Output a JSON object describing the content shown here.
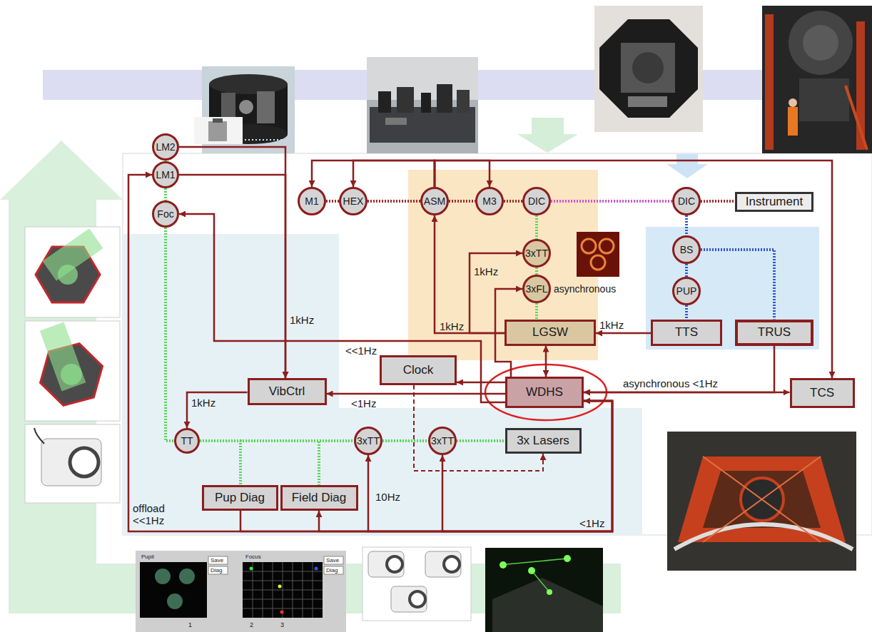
{
  "diagram": {
    "nodes": [
      {
        "text": [
          "M1"
        ]
      },
      {
        "text": [
          "HEX"
        ]
      },
      {
        "text": [
          "ASM"
        ]
      },
      {
        "text": [
          "M3"
        ]
      },
      {
        "text": [
          "DIC"
        ]
      },
      {
        "text": [
          "DIC"
        ]
      },
      {
        "text": [
          "Instrument"
        ]
      },
      {
        "text": [
          "3xTT"
        ]
      },
      {
        "text": [
          "BS"
        ]
      },
      {
        "text": [
          "3xFL"
        ]
      },
      {
        "text": [
          "PUP"
        ]
      },
      {
        "text": [
          "LM2"
        ]
      },
      {
        "text": [
          "LM1"
        ]
      },
      {
        "text": [
          "Foc"
        ]
      },
      {
        "text": [
          "LGSW"
        ]
      },
      {
        "text": [
          "TTS"
        ]
      },
      {
        "text": [
          "TRUS"
        ]
      },
      {
        "text": [
          "Clock"
        ]
      },
      {
        "text": [
          "VibCtrl"
        ]
      },
      {
        "text": [
          "WDHS"
        ]
      },
      {
        "text": [
          "TCS"
        ]
      },
      {
        "text": [
          "TT"
        ]
      },
      {
        "text": [
          "3xTT"
        ]
      },
      {
        "text": [
          "3xTT"
        ]
      },
      {
        "text": [
          "3x Lasers"
        ]
      },
      {
        "text": [
          "Pup Diag"
        ]
      },
      {
        "text": [
          "Field Diag"
        ]
      }
    ],
    "edges": [
      {
        "from": 0,
        "to": 1,
        "arrow": "none"
      },
      {
        "from": 1,
        "to": 2,
        "arrow": "none"
      },
      {
        "from": 2,
        "to": 3,
        "arrow": "none"
      },
      {
        "from": 3,
        "to": 4,
        "arrow": "none"
      },
      {
        "from": 4,
        "to": 5,
        "arrow": "none"
      },
      {
        "from": 5,
        "to": 6,
        "arrow": "none"
      },
      {
        "from": 5,
        "to": 8,
        "arrow": "none"
      },
      {
        "from": 8,
        "to": 10,
        "arrow": "none"
      },
      {
        "from": 10,
        "to": 15,
        "arrow": "none"
      },
      {
        "from": 8,
        "to": 16,
        "arrow": "none"
      },
      {
        "from": 4,
        "to": 7,
        "arrow": "none"
      },
      {
        "from": 7,
        "to": 9,
        "arrow": "none"
      },
      {
        "from": 9,
        "to": 14,
        "arrow": "none"
      },
      {
        "from": 11,
        "to": 12,
        "arrow": "none"
      },
      {
        "from": 12,
        "to": 13,
        "arrow": "none"
      },
      {
        "from": 13,
        "to": 21,
        "arrow": "none"
      },
      {
        "from": 21,
        "to": 22,
        "arrow": "none"
      },
      {
        "from": 22,
        "to": 23,
        "arrow": "none"
      },
      {
        "from": 23,
        "to": 24,
        "arrow": "none"
      },
      {
        "from": 21,
        "to": 25,
        "arrow": "none"
      },
      {
        "from": 21,
        "to": 26,
        "arrow": "none"
      },
      {
        "from": 2,
        "to": 0,
        "arrow": "to"
      },
      {
        "from": 2,
        "to": 1,
        "arrow": "to"
      },
      {
        "from": 2,
        "to": 3,
        "arrow": "to"
      },
      {
        "from": 2,
        "to": 20,
        "arrow": "to"
      },
      {
        "from": 14,
        "to": 2,
        "arrow": "to",
        "label": "1kHz"
      },
      {
        "from": 14,
        "to": 7,
        "arrow": "to",
        "label": "1kHz"
      },
      {
        "from": 19,
        "to": 9,
        "arrow": "to"
      },
      {
        "from": 19,
        "to": 14,
        "arrow": "both"
      },
      {
        "from": 15,
        "to": 14,
        "arrow": "to",
        "label": "1kHz"
      },
      {
        "from": 19,
        "to": 17,
        "arrow": "to"
      },
      {
        "from": 17,
        "to": 24,
        "arrow": "to"
      },
      {
        "from": 19,
        "to": 20,
        "arrow": "both",
        "label": "asynchronous <1Hz"
      },
      {
        "from": 16,
        "to": 19,
        "arrow": "to"
      },
      {
        "from": 11,
        "to": 18,
        "arrow": "to",
        "label": "1kHz"
      },
      {
        "from": 12,
        "to": 18,
        "arrow": "to"
      },
      {
        "from": 18,
        "to": 21,
        "arrow": "to",
        "label": "1kHz"
      },
      {
        "from": 19,
        "to": 13,
        "arrow": "to",
        "label": "<<1Hz"
      },
      {
        "from": 19,
        "to": 18,
        "arrow": "to",
        "label": "<1Hz"
      },
      {
        "from": 19,
        "to": 12,
        "arrow": "to",
        "label": "offload <<1Hz"
      },
      {
        "from": 19,
        "to": 26,
        "arrow": "to",
        "label": "<1Hz"
      },
      {
        "from": 19,
        "to": 22,
        "arrow": "to",
        "label": "10Hz"
      },
      {
        "from": 19,
        "to": 23,
        "arrow": "to"
      },
      {
        "from": 25,
        "to": 19,
        "arrow": "to"
      }
    ],
    "labels": [
      "asynchronous",
      "Pupil",
      "Save",
      "Diag",
      "Focus",
      "Save",
      "Diag",
      "1",
      "2",
      "3"
    ]
  }
}
